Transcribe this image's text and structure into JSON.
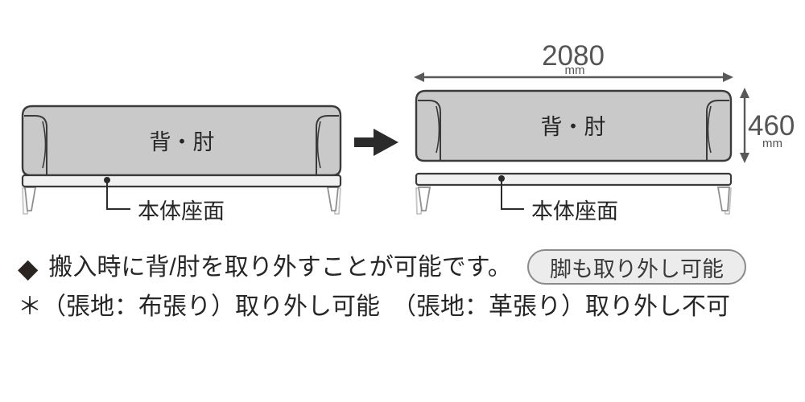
{
  "diagram": {
    "left_sofa": {
      "body_label": "背・肘",
      "seat_label": "本体座面"
    },
    "right_sofa": {
      "body_label": "背・肘",
      "seat_label": "本体座面",
      "width": {
        "value": "2080",
        "unit": "mm"
      },
      "height": {
        "value": "460",
        "unit": "mm"
      }
    }
  },
  "notes": {
    "bullet": "◆",
    "line1": "搬入時に背/肘を取り外すことが可能です。",
    "badge_label": "脚も取り外し可能",
    "line2": "＊（張地：布張り）取り外し可能　（張地：革張り）取り外し不可"
  },
  "colors": {
    "body_fill": "#c9c9c9",
    "seat_fill": "#f1f1f1",
    "outline": "#3a3a3a",
    "dimension": "#595959",
    "text": "#262626",
    "arrow": "#2b2b2b",
    "badge_fill": "#ececec",
    "badge_border": "#8a8a8a"
  }
}
